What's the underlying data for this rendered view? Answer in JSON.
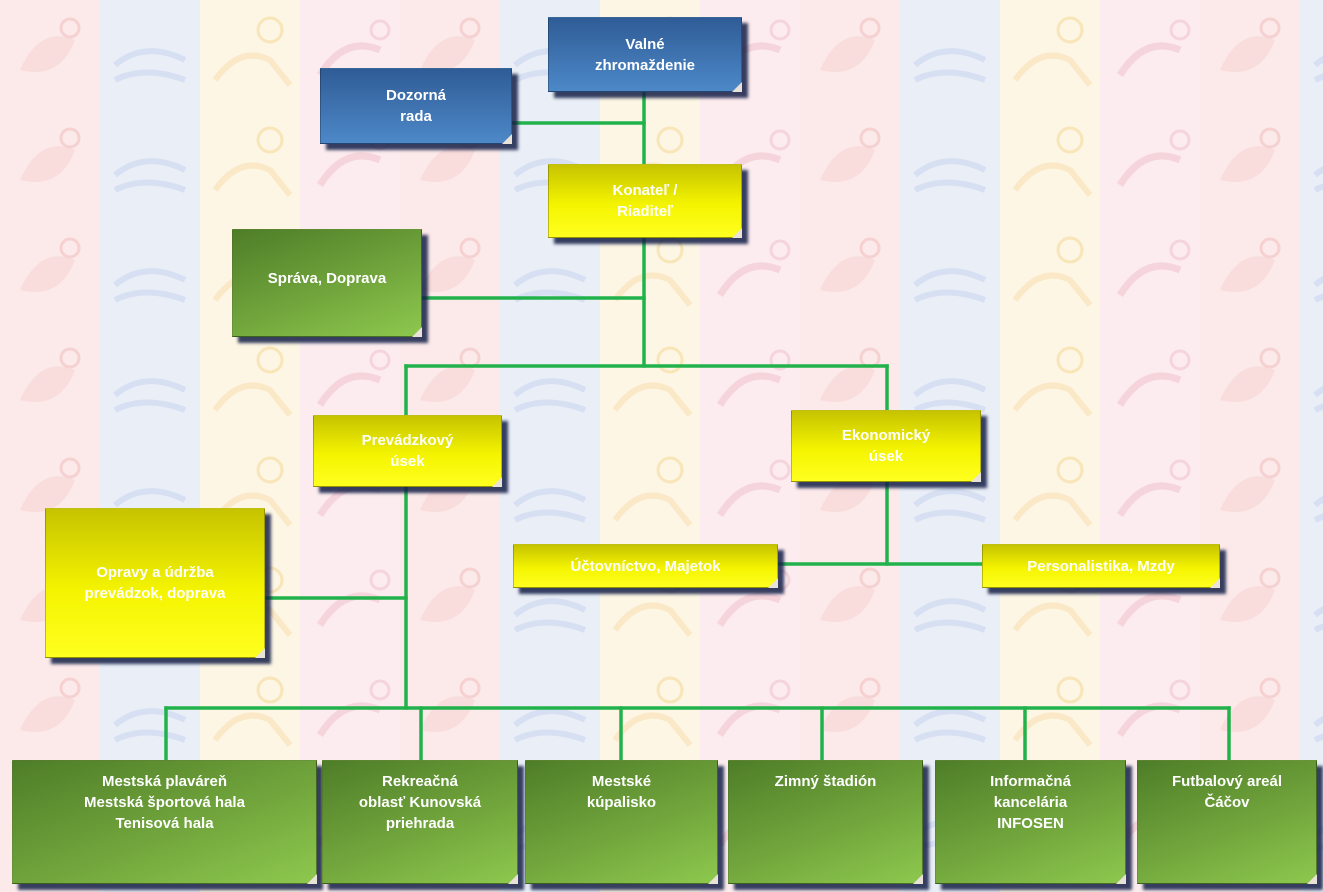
{
  "diagram": {
    "nodes": {
      "valne": "Valné\nzhromaždenie",
      "dozorna": "Dozorná\nrada",
      "konatel": "Konateľ /\nRiaditeľ",
      "sprava": "Správa, Doprava",
      "prevadzkovy": "Prevádzkový\núsek",
      "ekonomicky": "Ekonomický\núsek",
      "opravy": "Opravy a údržba\nprevádzok, doprava",
      "uctovnictvo": "Účtovníctvo,  Majetok",
      "personalistika": "Personalistika, Mzdy",
      "plavaren": "Mestská plaváreň\nMestská športová hala\nTenisová hala",
      "rekreacna": "Rekreačná\noblasť Kunovská\npriehrada",
      "kupalisko": "Mestské\nkúpalisko",
      "stadion": "Zimný štadión",
      "infosen": "Informačná\nkancelária\nINFOSEN",
      "futbal": "Futbalový areál\nČáčov"
    }
  },
  "colors": {
    "blue": "#3d73b5",
    "yellow": "#f2f200",
    "green": "#6a9e38",
    "connector": "#22b24c",
    "shadow": "#1e2a5a"
  }
}
